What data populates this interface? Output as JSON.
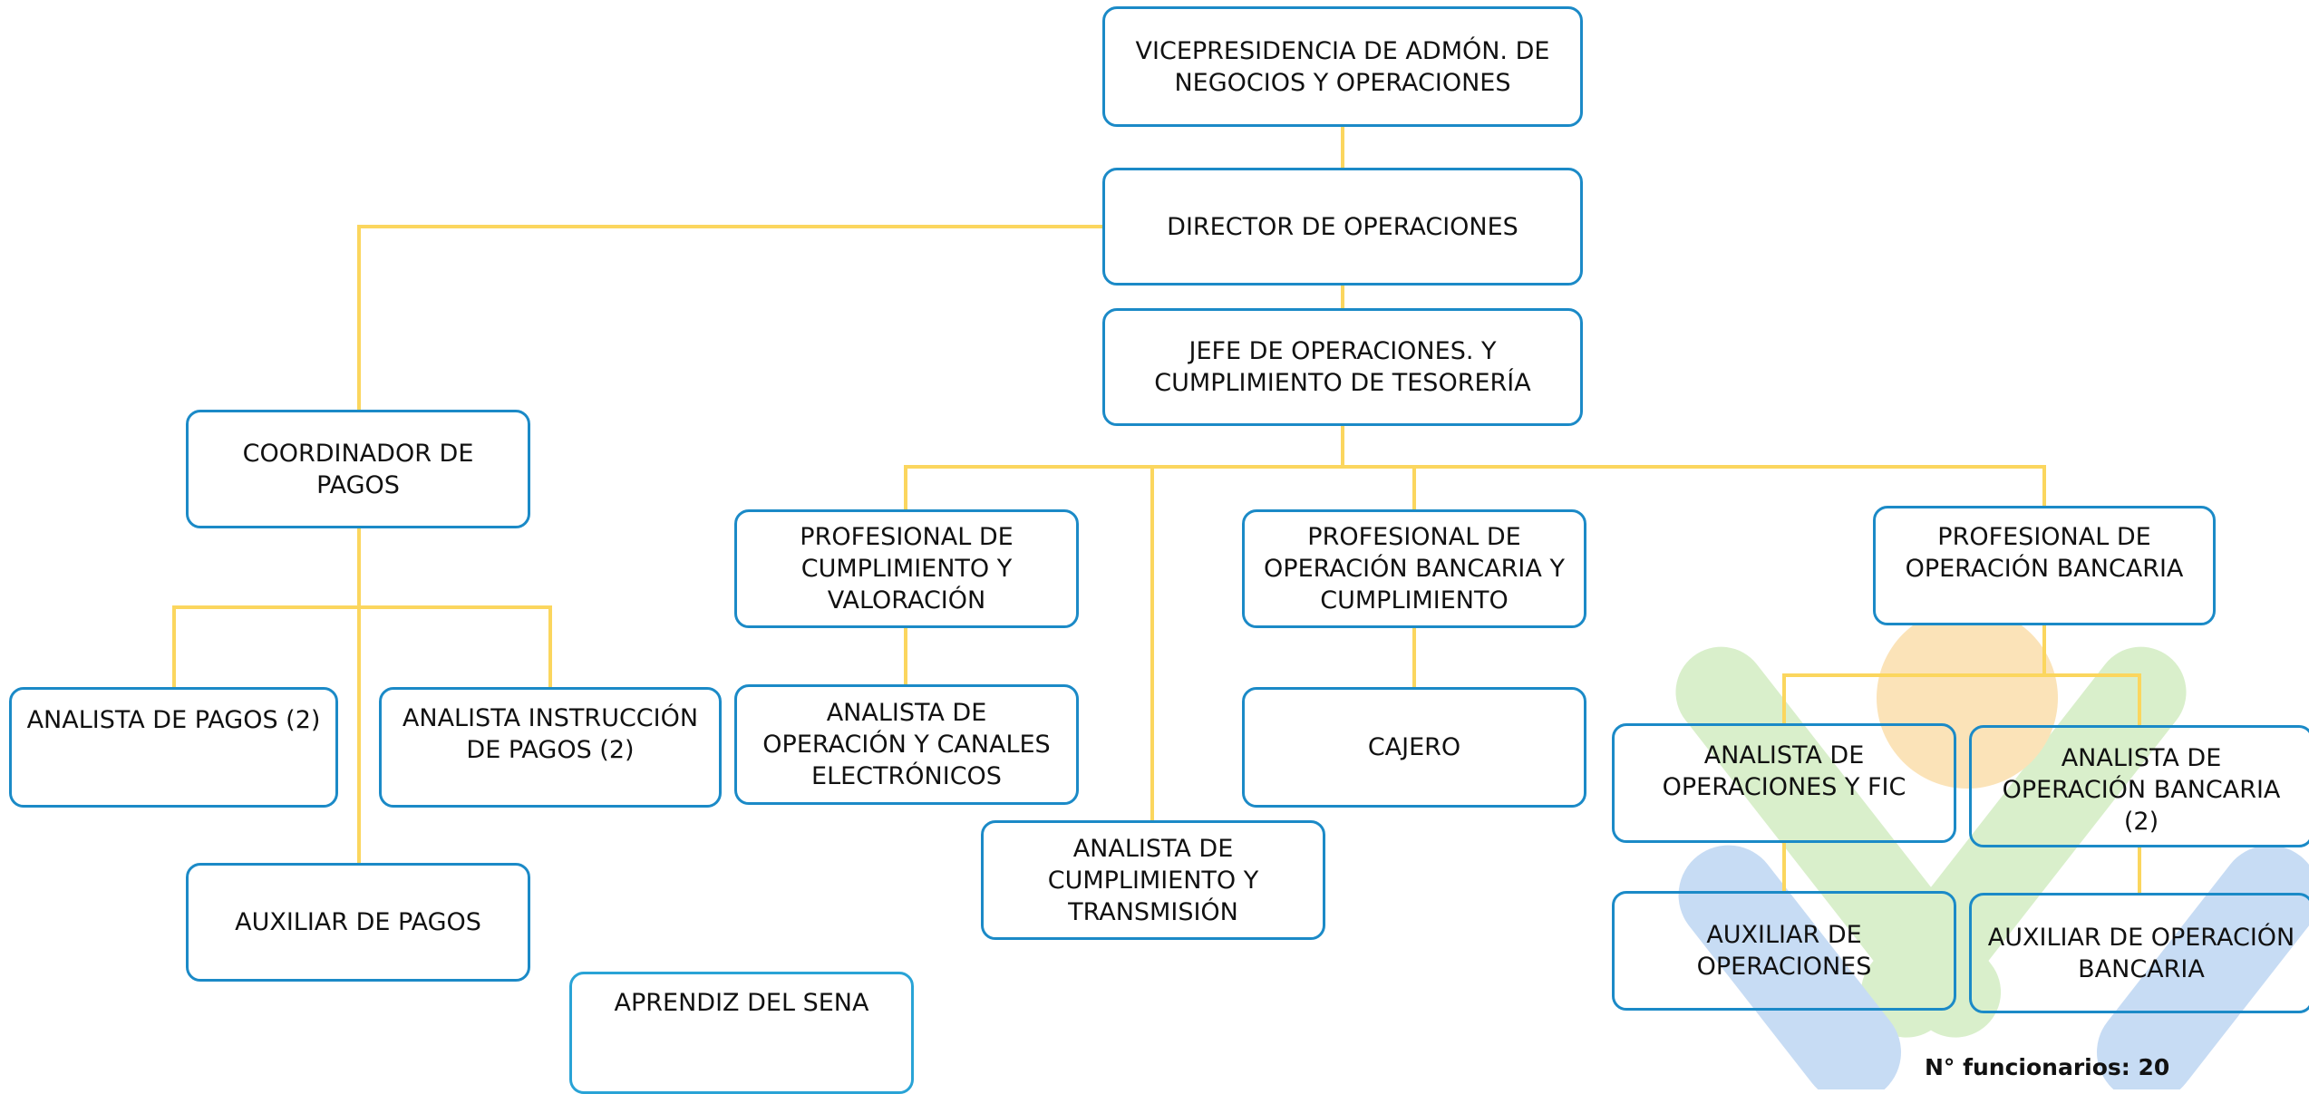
{
  "colors": {
    "box_border": "#1B8AC7",
    "connector": "#FBD65E",
    "logo_orange": "#FBE3B8",
    "logo_green": "#D9EFCB",
    "logo_blue": "#C7DCF4"
  },
  "boxes": {
    "vicepresidencia": "VICEPRESIDENCIA DE ADMÓN. DE\nNEGOCIOS Y OPERACIONES",
    "director": "DIRECTOR DE OPERACIONES",
    "jefe": "JEFE DE OPERACIONES. Y\nCUMPLIMIENTO DE TESORERÍA",
    "coordinador": "COORDINADOR DE\nPAGOS",
    "analista_pagos": "ANALISTA DE PAGOS (2)",
    "analista_instruccion": "ANALISTA  INSTRUCCIÓN\nDE PAGOS (2)",
    "auxiliar_pagos": "AUXILIAR DE  PAGOS",
    "aprendiz": "APRENDIZ DEL SENA",
    "prof_cumplimiento": "PROFESIONAL DE\nCUMPLIMIENTO Y\nVALORACIÓN",
    "analista_canales": "ANALISTA DE\nOPERACIÓN Y CANALES\nELECTRÓNICOS",
    "analista_transmision": "ANALISTA DE\nCUMPLIMIENTO Y\nTRANSMISIÓN",
    "prof_bancaria_cumplimiento": "PROFESIONAL DE\nOPERACIÓN BANCARIA Y\nCUMPLIMIENTO",
    "cajero": "CAJERO",
    "prof_bancaria": "PROFESIONAL DE\nOPERACIÓN BANCARIA",
    "analista_fic": "ANALISTA DE\nOPERACIONES Y FIC",
    "analista_bancaria": "ANALISTA DE\nOPERACIÓN BANCARIA\n(2)",
    "auxiliar_operaciones": "AUXILIAR DE\nOPERACIONES",
    "auxiliar_bancaria": "AUXILIAR DE OPERACIÓN\nBANCARIA"
  },
  "footer": {
    "funcionarios": "N° funcionarios: 20"
  }
}
